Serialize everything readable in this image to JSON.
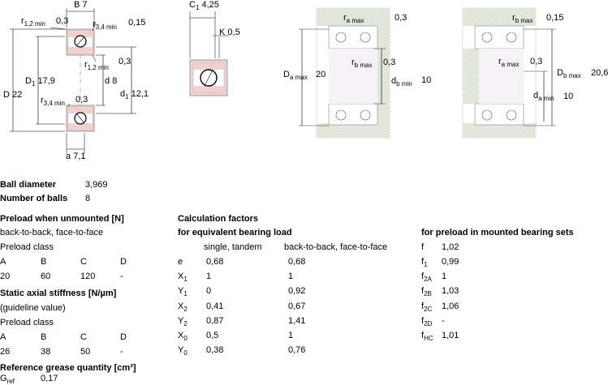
{
  "drawings": {
    "cross_section": {
      "B": "B",
      "B_val": "7",
      "r12_r": "r",
      "r12_sub": "1,2 min",
      "r12_val": "0,3",
      "r34_r": "r",
      "r34_sub": "3,4 min",
      "r34_val": "0,15",
      "r12b_r": "r",
      "r12b_sub": "1,2 min",
      "r12b_val": "0,3",
      "r34b_r": "r",
      "r34b_sub": "3,4 min",
      "r34b_val": "0,3",
      "D": "D",
      "D_val": "22",
      "D1": "D",
      "D1_sub": "1",
      "D1_val": "17,9",
      "d": "d",
      "d_val": "8",
      "d1": "d",
      "d1_sub": "1",
      "d1_val": "12,1",
      "a": "a",
      "a_val": "7,1"
    },
    "detail": {
      "C1": "C",
      "C1_sub": "1",
      "C1_val": "4,25",
      "K": "K",
      "K_val": "0,5"
    },
    "mount_left": {
      "ra": "r",
      "ra_sub": "a max",
      "ra_val": "0,3",
      "Da": "D",
      "Da_sub": "a max",
      "Da_val": "20",
      "rb": "r",
      "rb_sub": "b max",
      "rb_val": "0,3",
      "db": "d",
      "db_sub": "b min",
      "db_val": "10"
    },
    "mount_right": {
      "rb": "r",
      "rb_sub": "b max",
      "rb_val": "0,15",
      "Db": "D",
      "Db_sub": "b max",
      "Db_val": "20,6",
      "ra": "r",
      "ra_sub": "a max",
      "ra_val": "0,3",
      "da": "d",
      "da_sub": "a min",
      "da_val": "10"
    }
  },
  "ball": {
    "diameter_label": "Ball diameter",
    "diameter_value": "3,969",
    "count_label": "Number of balls",
    "count_value": "8"
  },
  "preload": {
    "heading": "Preload when unmounted [N]",
    "arrangement": "back-to-back, face-to-face",
    "class_label": "Preload class",
    "classes": [
      "A",
      "B",
      "C",
      "D"
    ],
    "values": [
      "20",
      "60",
      "120",
      "-"
    ]
  },
  "stiffness": {
    "heading": "Static axial stiffness [N/µm]",
    "note": "(guideline value)",
    "class_label": "Preload class",
    "classes": [
      "A",
      "B",
      "C",
      "D"
    ],
    "values": [
      "26",
      "38",
      "50",
      "-"
    ]
  },
  "grease": {
    "heading": "Reference grease quantity [cm³]",
    "symbol": "G",
    "symbol_sub": "ref",
    "value": "0,17"
  },
  "calc": {
    "heading": "Calculation factors",
    "subheading": "for equivalent bearing load",
    "col1": "single, tandem",
    "col2": "back-to-back, face-to-face",
    "rows": [
      {
        "sym": "e",
        "sub": "",
        "v1": "0,68",
        "v2": "0,68"
      },
      {
        "sym": "X",
        "sub": "1",
        "v1": "1",
        "v2": "1"
      },
      {
        "sym": "Y",
        "sub": "1",
        "v1": "0",
        "v2": "0,92"
      },
      {
        "sym": "X",
        "sub": "2",
        "v1": "0,41",
        "v2": "0,67"
      },
      {
        "sym": "Y",
        "sub": "2",
        "v1": "0,87",
        "v2": "1,41"
      },
      {
        "sym": "X",
        "sub": "0",
        "v1": "0,5",
        "v2": "1"
      },
      {
        "sym": "Y",
        "sub": "0",
        "v1": "0,38",
        "v2": "0,76"
      }
    ]
  },
  "mounted": {
    "heading": "for preload in mounted bearing sets",
    "rows": [
      {
        "sym": "f",
        "sub": "",
        "val": "1,02"
      },
      {
        "sym": "f",
        "sub": "1",
        "val": "0,99"
      },
      {
        "sym": "f",
        "sub": "2A",
        "val": "1"
      },
      {
        "sym": "f",
        "sub": "2B",
        "val": "1,03"
      },
      {
        "sym": "f",
        "sub": "2C",
        "val": "1,06"
      },
      {
        "sym": "f",
        "sub": "2D",
        "val": "-"
      },
      {
        "sym": "f",
        "sub": "HC",
        "val": "1,01"
      }
    ]
  }
}
